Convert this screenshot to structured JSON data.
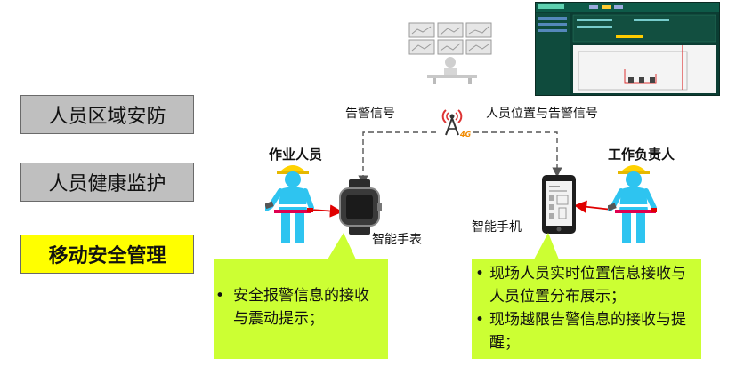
{
  "menu": {
    "items": [
      {
        "label": "人员区域安防",
        "active": false
      },
      {
        "label": "人员健康监护",
        "active": false
      },
      {
        "label": "移动安全管理",
        "active": true
      }
    ]
  },
  "diagram": {
    "alarm_signal_label": "告警信号",
    "position_alarm_label": "人员位置与告警信号",
    "antenna_badge": "4G",
    "worker_label": "作业人员",
    "supervisor_label": "工作负责人",
    "smartwatch_label": "智能手表",
    "smartphone_label": "智能手机"
  },
  "callouts": {
    "watch": {
      "bullets": [
        "安全报警信息的接收与震动提示；"
      ]
    },
    "phone": {
      "bullets": [
        "现场人员实时位置信息接收与人员位置分布展示；",
        "现场越限告警信息的接收与提醒；"
      ]
    }
  },
  "colors": {
    "active_menu": "#ffff00",
    "inactive_menu": "#bfbfbf",
    "callout_fill": "#ccff33",
    "arrow_red": "#e00000",
    "worker_vest": "#2ec4f0",
    "helmet": "#ffd200",
    "screen_bg": "#0b3d33"
  }
}
